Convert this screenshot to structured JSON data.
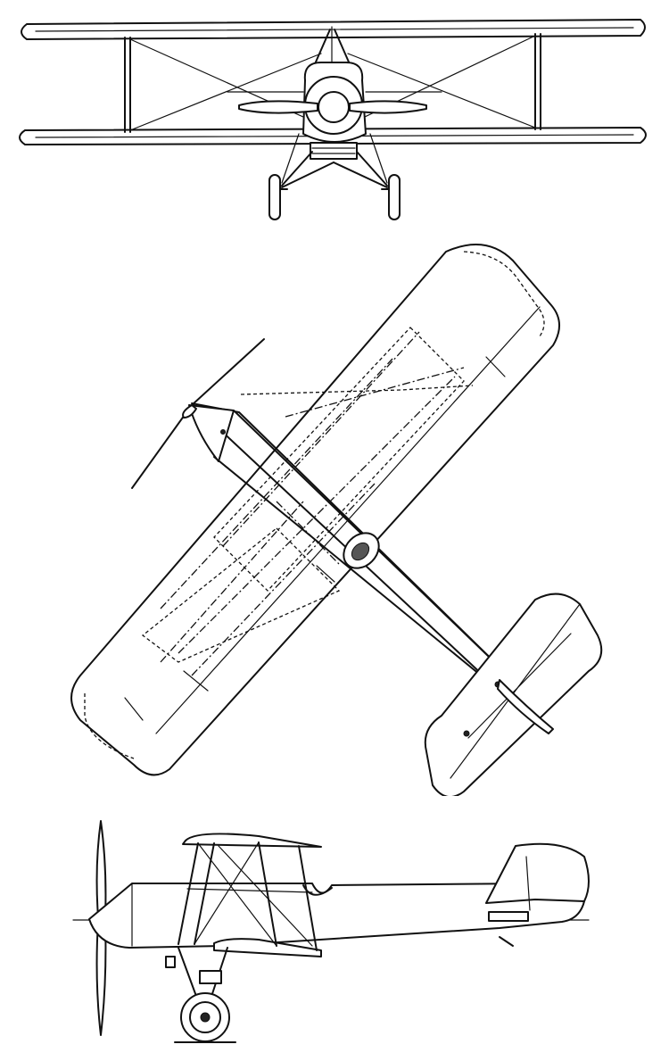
{
  "figure": {
    "views": [
      {
        "name": "front-view"
      },
      {
        "name": "plan-view"
      },
      {
        "name": "side-view"
      }
    ]
  }
}
